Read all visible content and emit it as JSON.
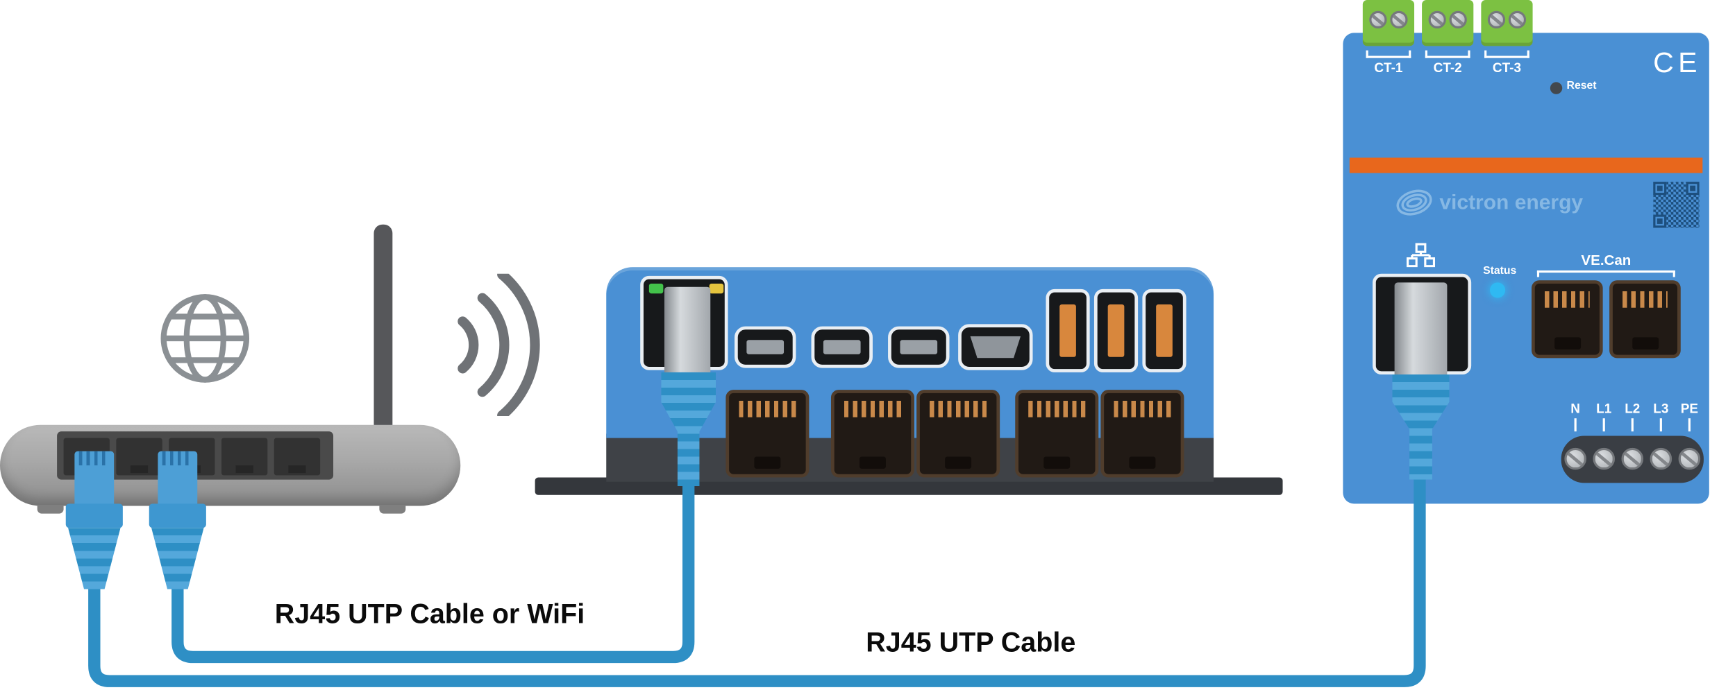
{
  "labels": {
    "router_to_gx": "RJ45 UTP Cable or WiFi",
    "gx_to_meter": "RJ45 UTP Cable"
  },
  "meter": {
    "ct": [
      "CT-1",
      "CT-2",
      "CT-3"
    ],
    "reset": "Reset",
    "ce": "CE",
    "brand": "victron energy",
    "status": "Status",
    "vecan": "VE.Can",
    "terminals": [
      "N",
      "L1",
      "L2",
      "L3",
      "PE"
    ]
  },
  "icons": {
    "globe": "internet-globe-icon",
    "wifi": "wifi-signal-icon",
    "network": "ethernet-network-icon",
    "qr": "qr-code"
  },
  "colors": {
    "victron_blue": "#4a90d4",
    "cable_blue": "#2e8fc5",
    "cable_blue_light": "#54a8db",
    "router_gray": "#a8a8a8",
    "dark_chassis": "#3f4247",
    "base_dark": "#34373c",
    "orange_stripe": "#e8671c",
    "terminal_green": "#7cc142",
    "status_led": "#2fb9f2",
    "port_dark": "#211a15",
    "pin_orange": "#c9894a",
    "brand_blue": "#86b8e4",
    "qr_blue": "#1d4f7e",
    "label_text": "#0b0b0b"
  }
}
